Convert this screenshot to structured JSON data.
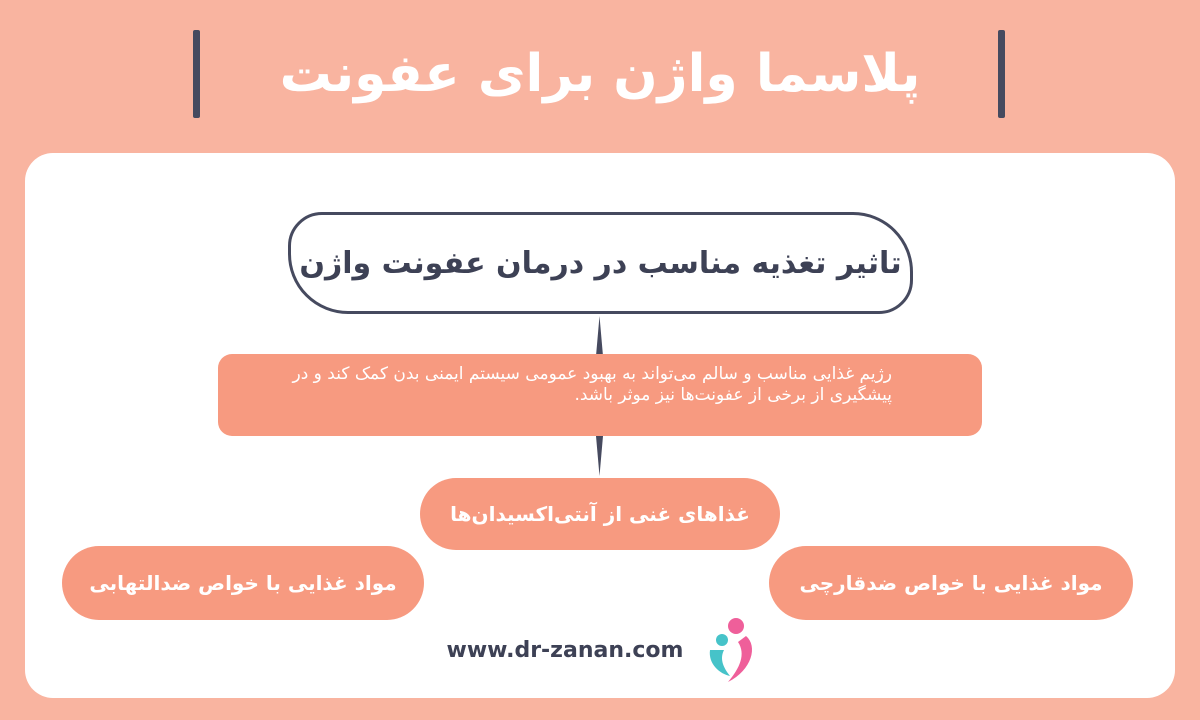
{
  "header": {
    "title": "پلاسما واژن برای عفونت"
  },
  "diagram": {
    "heading": "تاثیر تغذیه مناسب در درمان عفونت واژن",
    "description": "رژیم غذایی مناسب و سالم می‌تواند به بهبود عمومی سیستم ایمنی بدن کمک کند و در پیشگیری از برخی از عفونت‌ها نیز موثر باشد.",
    "items": {
      "center": "غذاهای غنی از آنتی‌اکسیدان‌ها",
      "left": "مواد غذایی با خواص ضدالتهابی",
      "right": "مواد غذایی با خواص ضدقارچی"
    }
  },
  "footer": {
    "website": "www.dr-zanan.com",
    "logo_icon": "dr-zanan-logo-icon"
  },
  "colors": {
    "background": "#f9b4a0",
    "accent": "#f79a80",
    "dark": "#464a5f"
  }
}
